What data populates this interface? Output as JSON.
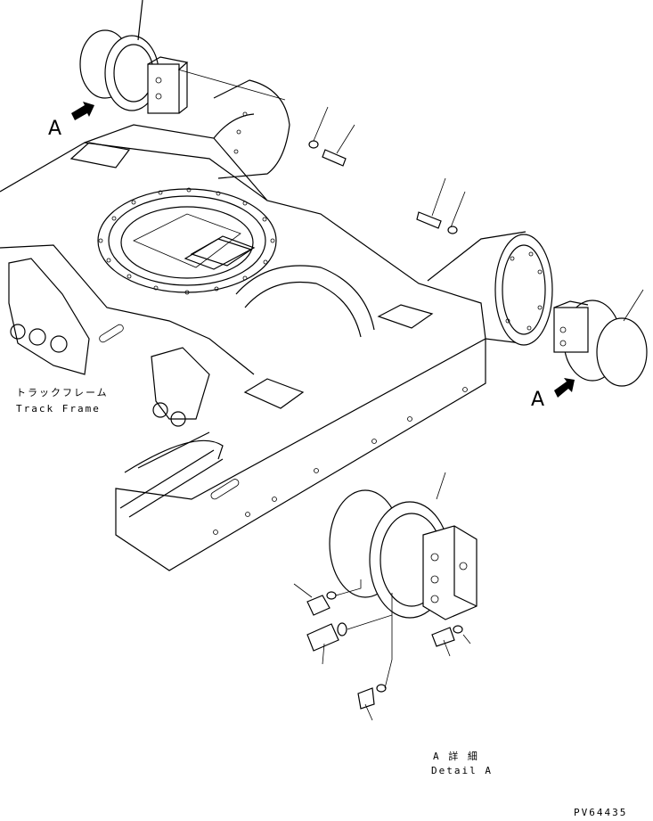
{
  "labels": {
    "view_marker_top": "A",
    "view_marker_right": "A",
    "track_frame_jp": "トラックフレーム",
    "track_frame_en": "Track Frame",
    "detail_jp": "A 詳 細",
    "detail_en": "Detail A",
    "drawing_number": "PV64435"
  },
  "colors": {
    "line": "#000000",
    "background": "#ffffff"
  }
}
